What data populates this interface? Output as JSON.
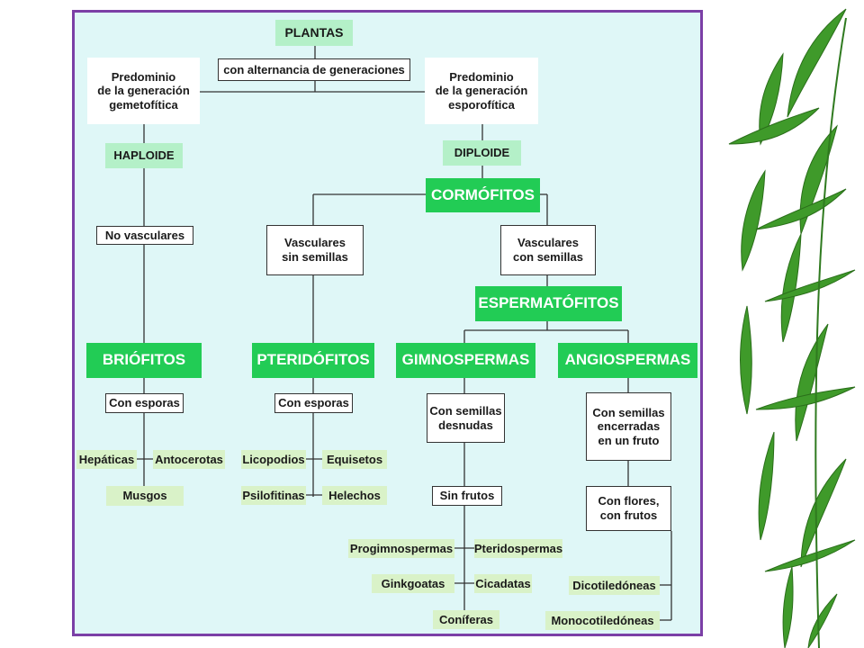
{
  "colors": {
    "frame_border": "#7b3fa6",
    "panel_bg": "#dff7f7",
    "accent_green": "#22cc55",
    "light_green": "#b4f0c8",
    "leaf_tag": "#d9f2c8",
    "line": "#333333"
  },
  "decoration": {
    "side_art": "bamboo-leaves"
  },
  "diagram": {
    "root": "PLANTAS",
    "root_note": "con alternancia de generaciones",
    "left_branch": "Predominio\nde la generación\ngemetofítica",
    "right_branch": "Predominio\nde la generación\nesporofítica",
    "haploide": "HAPLOIDE",
    "diploide": "DIPLOIDE",
    "cormofitos": "CORMÓFITOS",
    "no_vasculares": "No vasculares",
    "vasc_sin": "Vasculares\nsin semillas",
    "vasc_con": "Vasculares\ncon semillas",
    "espermatofitos": "ESPERMATÓFITOS",
    "briofitos": "BRIÓFITOS",
    "pteridofitos": "PTERIDÓFITOS",
    "gimnospermas": "GIMNOSPERMAS",
    "angiospermas": "ANGIOSPERMAS",
    "brio_esporas": "Con esporas",
    "pter_esporas": "Con esporas",
    "gimno_semillas": "Con semillas\ndesnudas",
    "angio_semillas": "Con semillas\nencerradas\nen un fruto",
    "sin_frutos": "Sin frutos",
    "con_flores": "Con flores,\ncon frutos",
    "hepaticas": "Hepáticas",
    "antocerotas": "Antocerotas",
    "musgos": "Musgos",
    "licopodios": "Licopodios",
    "equisetos": "Equisetos",
    "psilofitinas": "Psilofitinas",
    "helechos": "Helechos",
    "progimnospermas": "Progimnospermas",
    "pteridospermas": "Pteridospermas",
    "ginkgoatas": "Ginkgoatas",
    "cicadatas": "Cicadatas",
    "coniferas": "Coníferas",
    "dicotiledoneas": "Dicotiledóneas",
    "monocotiledoneas": "Monocotiledóneas"
  }
}
